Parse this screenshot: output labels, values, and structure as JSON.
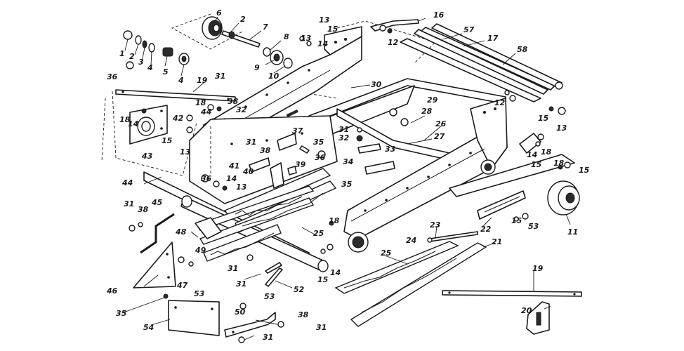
{
  "diagram": {
    "part_labels": [
      {
        "id": "l1",
        "text": "1"
      },
      {
        "id": "l2a",
        "text": "2"
      },
      {
        "id": "l3",
        "text": "3"
      },
      {
        "id": "l4a",
        "text": "4"
      },
      {
        "id": "l5",
        "text": "5"
      },
      {
        "id": "l4b",
        "text": "4"
      },
      {
        "id": "l36a",
        "text": "36"
      },
      {
        "id": "l6",
        "text": "6"
      },
      {
        "id": "l2b",
        "text": "2"
      },
      {
        "id": "l7",
        "text": "7"
      },
      {
        "id": "l8",
        "text": "8"
      },
      {
        "id": "l9",
        "text": "9"
      },
      {
        "id": "l10",
        "text": "10"
      },
      {
        "id": "l13a",
        "text": "13"
      },
      {
        "id": "l15a",
        "text": "15"
      },
      {
        "id": "l13b",
        "text": "13"
      },
      {
        "id": "l14a",
        "text": "14"
      },
      {
        "id": "l16",
        "text": "16"
      },
      {
        "id": "l12a",
        "text": "12"
      },
      {
        "id": "l57",
        "text": "57"
      },
      {
        "id": "l17",
        "text": "17"
      },
      {
        "id": "l58",
        "text": "58"
      },
      {
        "id": "l19a",
        "text": "19"
      },
      {
        "id": "l31a",
        "text": "31"
      },
      {
        "id": "l18a",
        "text": "18"
      },
      {
        "id": "l14b",
        "text": "14"
      },
      {
        "id": "l38a",
        "text": "38"
      },
      {
        "id": "l32a",
        "text": "32"
      },
      {
        "id": "l30",
        "text": "30"
      },
      {
        "id": "l18b",
        "text": "18"
      },
      {
        "id": "l44a",
        "text": "44"
      },
      {
        "id": "l42",
        "text": "42"
      },
      {
        "id": "l15b",
        "text": "15"
      },
      {
        "id": "l13c",
        "text": "13"
      },
      {
        "id": "l43",
        "text": "43"
      },
      {
        "id": "l29",
        "text": "29"
      },
      {
        "id": "l28",
        "text": "28"
      },
      {
        "id": "l27",
        "text": "27"
      },
      {
        "id": "l12b",
        "text": "12"
      },
      {
        "id": "l15c",
        "text": "15"
      },
      {
        "id": "l13d",
        "text": "13"
      },
      {
        "id": "l37",
        "text": "37"
      },
      {
        "id": "l31b",
        "text": "31"
      },
      {
        "id": "l38b",
        "text": "38"
      },
      {
        "id": "l35a",
        "text": "35"
      },
      {
        "id": "l36b",
        "text": "36"
      },
      {
        "id": "l31c",
        "text": "31"
      },
      {
        "id": "l32b",
        "text": "32"
      },
      {
        "id": "l33",
        "text": "33"
      },
      {
        "id": "l26",
        "text": "26"
      },
      {
        "id": "l41",
        "text": "41"
      },
      {
        "id": "l40",
        "text": "40"
      },
      {
        "id": "l39",
        "text": "39"
      },
      {
        "id": "l34",
        "text": "34"
      },
      {
        "id": "l18c",
        "text": "18"
      },
      {
        "id": "l14c",
        "text": "14"
      },
      {
        "id": "l15d",
        "text": "15"
      },
      {
        "id": "l18d",
        "text": "18"
      },
      {
        "id": "l15e",
        "text": "15"
      },
      {
        "id": "l36c",
        "text": "36"
      },
      {
        "id": "l14d",
        "text": "14"
      },
      {
        "id": "l13e",
        "text": "13"
      },
      {
        "id": "l35b",
        "text": "35"
      },
      {
        "id": "l44b",
        "text": "44"
      },
      {
        "id": "l31d",
        "text": "31"
      },
      {
        "id": "l38c",
        "text": "38"
      },
      {
        "id": "l45",
        "text": "45"
      },
      {
        "id": "l48",
        "text": "48"
      },
      {
        "id": "l49",
        "text": "49"
      },
      {
        "id": "l25a",
        "text": "25"
      },
      {
        "id": "l18e",
        "text": "18"
      },
      {
        "id": "l14e",
        "text": "14"
      },
      {
        "id": "l15f",
        "text": "15"
      },
      {
        "id": "l46",
        "text": "46"
      },
      {
        "id": "l47",
        "text": "47"
      },
      {
        "id": "l53a",
        "text": "53"
      },
      {
        "id": "l35c",
        "text": "35"
      },
      {
        "id": "l54",
        "text": "54"
      },
      {
        "id": "l31e",
        "text": "31"
      },
      {
        "id": "l31f",
        "text": "31"
      },
      {
        "id": "l52",
        "text": "52"
      },
      {
        "id": "l53b",
        "text": "53"
      },
      {
        "id": "l50",
        "text": "50"
      },
      {
        "id": "l38d",
        "text": "38"
      },
      {
        "id": "l31g",
        "text": "31"
      },
      {
        "id": "l31h",
        "text": "31"
      },
      {
        "id": "l23",
        "text": "23"
      },
      {
        "id": "l22",
        "text": "22"
      },
      {
        "id": "l15g",
        "text": "15"
      },
      {
        "id": "l53c",
        "text": "53"
      },
      {
        "id": "l11",
        "text": "11"
      },
      {
        "id": "l24",
        "text": "24"
      },
      {
        "id": "l25b",
        "text": "25"
      },
      {
        "id": "l21",
        "text": "21"
      },
      {
        "id": "l19b",
        "text": "19"
      },
      {
        "id": "l20",
        "text": "20"
      }
    ]
  }
}
